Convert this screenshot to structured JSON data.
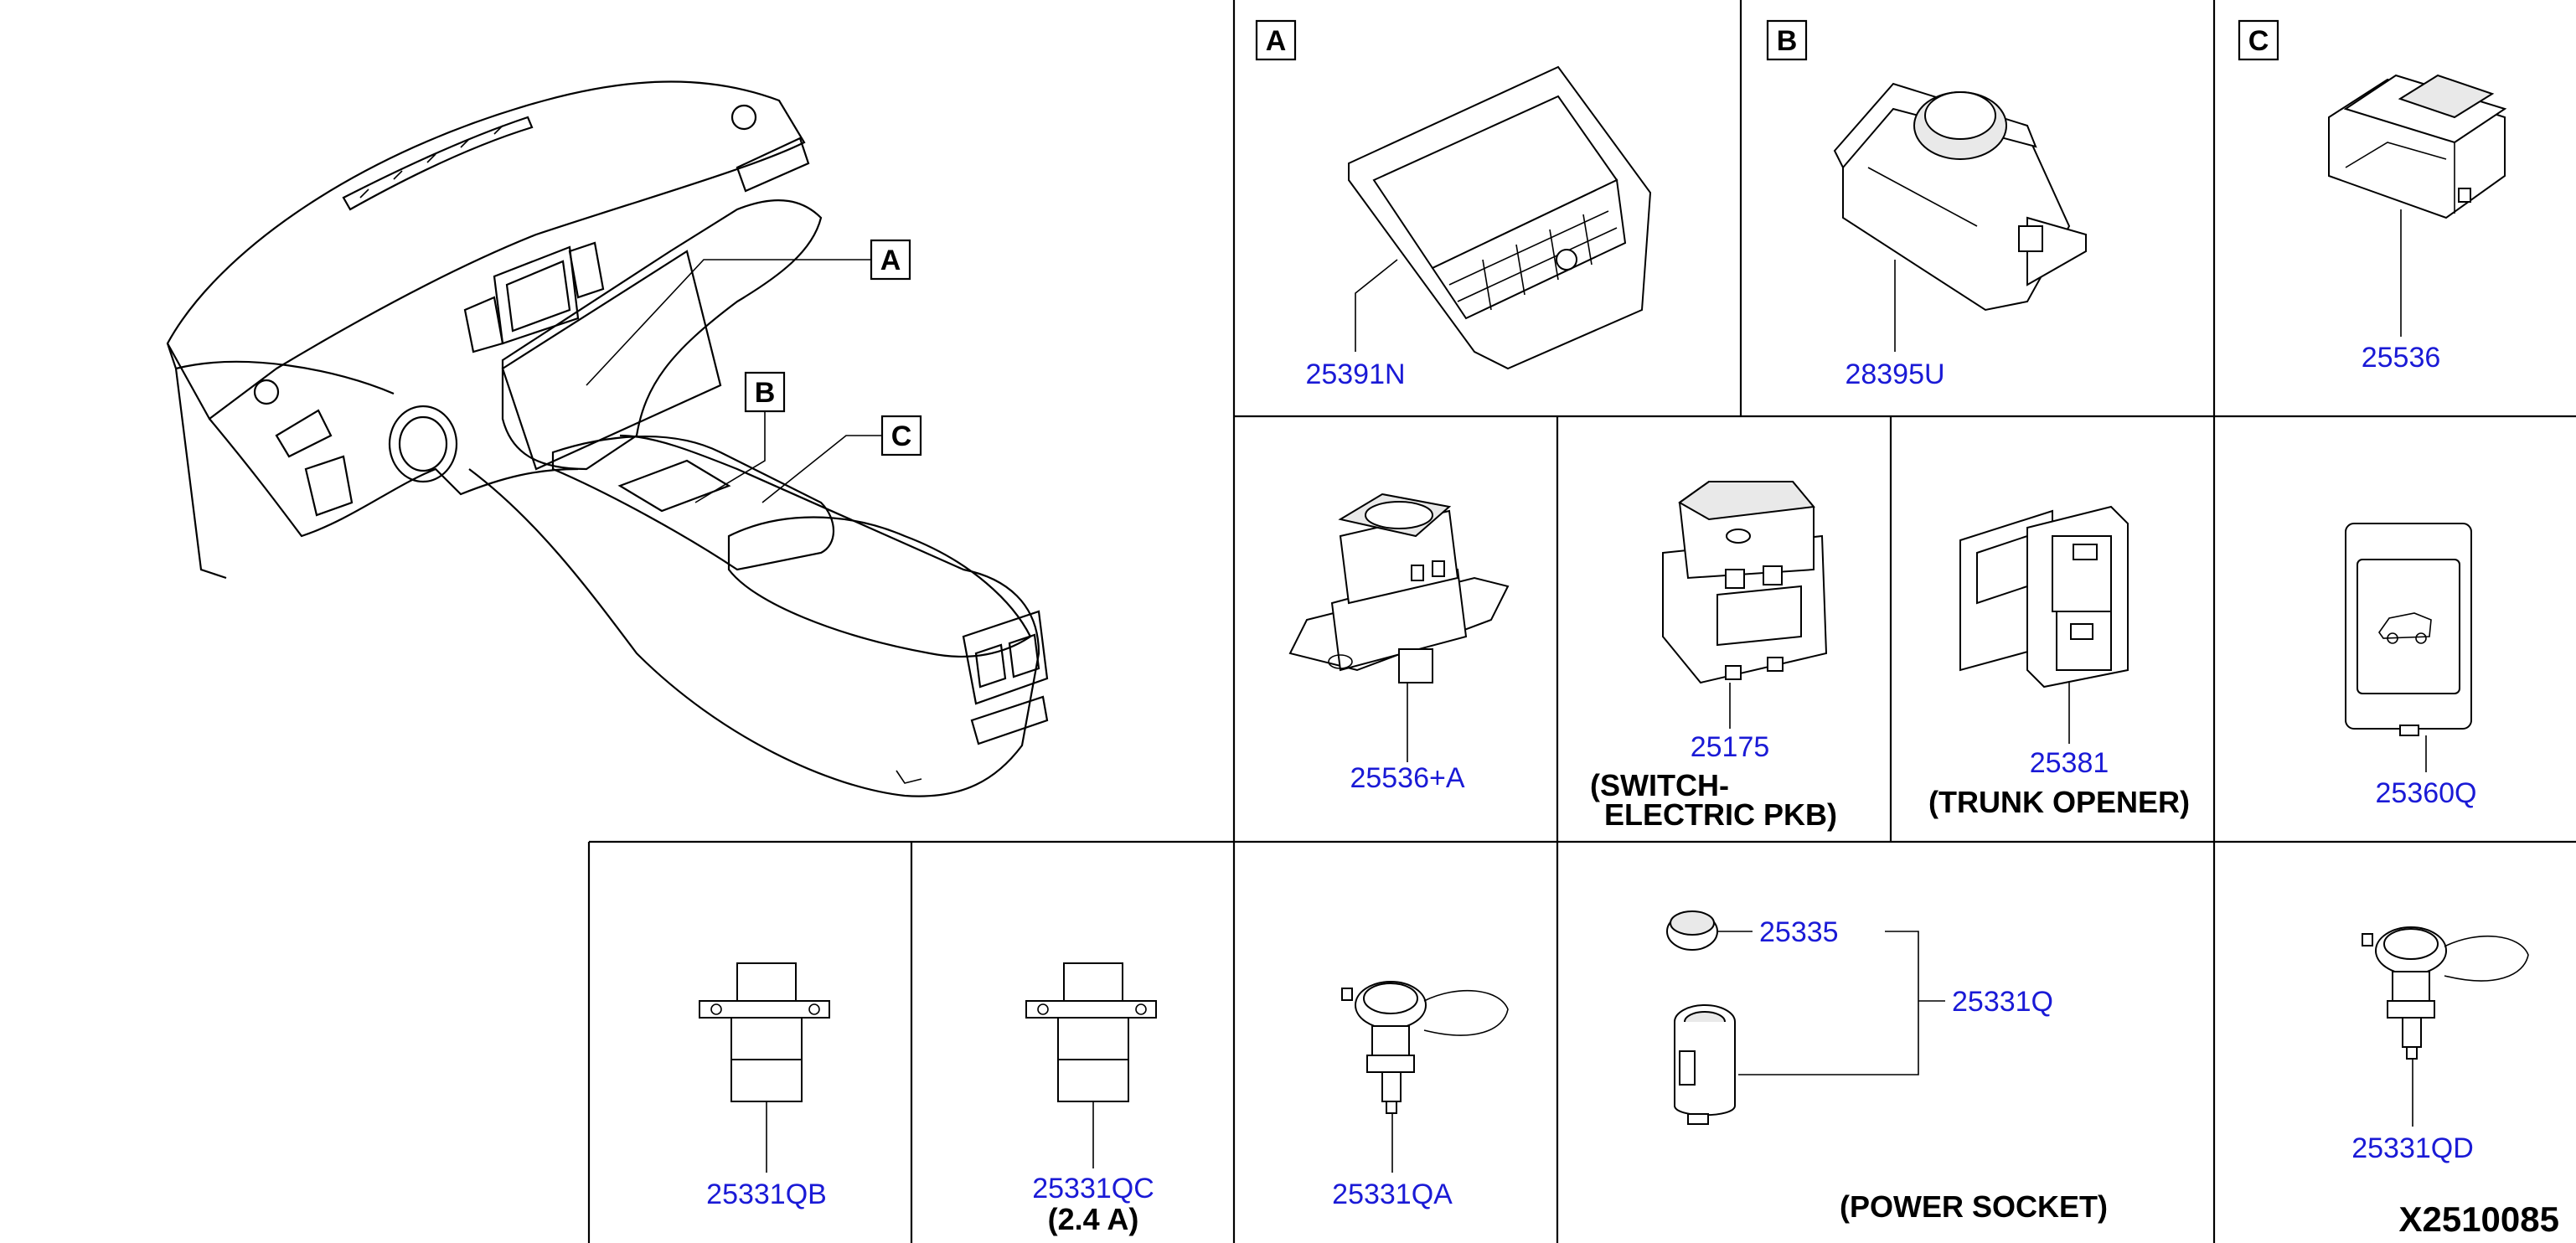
{
  "callouts": {
    "a": "A",
    "b": "B",
    "c": "C"
  },
  "parts": {
    "p25391n": "25391N",
    "p28395u": "28395U",
    "p25536": "25536",
    "p25536a": "25536+A",
    "p25175": "25175",
    "p25175_caption_1": "(SWITCH-",
    "p25175_caption_2": "ELECTRIC PKB)",
    "p25381": "25381",
    "p25381_caption": "(TRUNK OPENER)",
    "p25360q": "25360Q",
    "p25331qb": "25331QB",
    "p25331qc": "25331QC",
    "p25331qc_caption": "(2.4 A)",
    "p25331qa": "25331QA",
    "p25335": "25335",
    "p25331q": "25331Q",
    "power_socket_caption": "(POWER SOCKET)",
    "p25331qd": "25331QD"
  },
  "diagram_code": "X2510085"
}
